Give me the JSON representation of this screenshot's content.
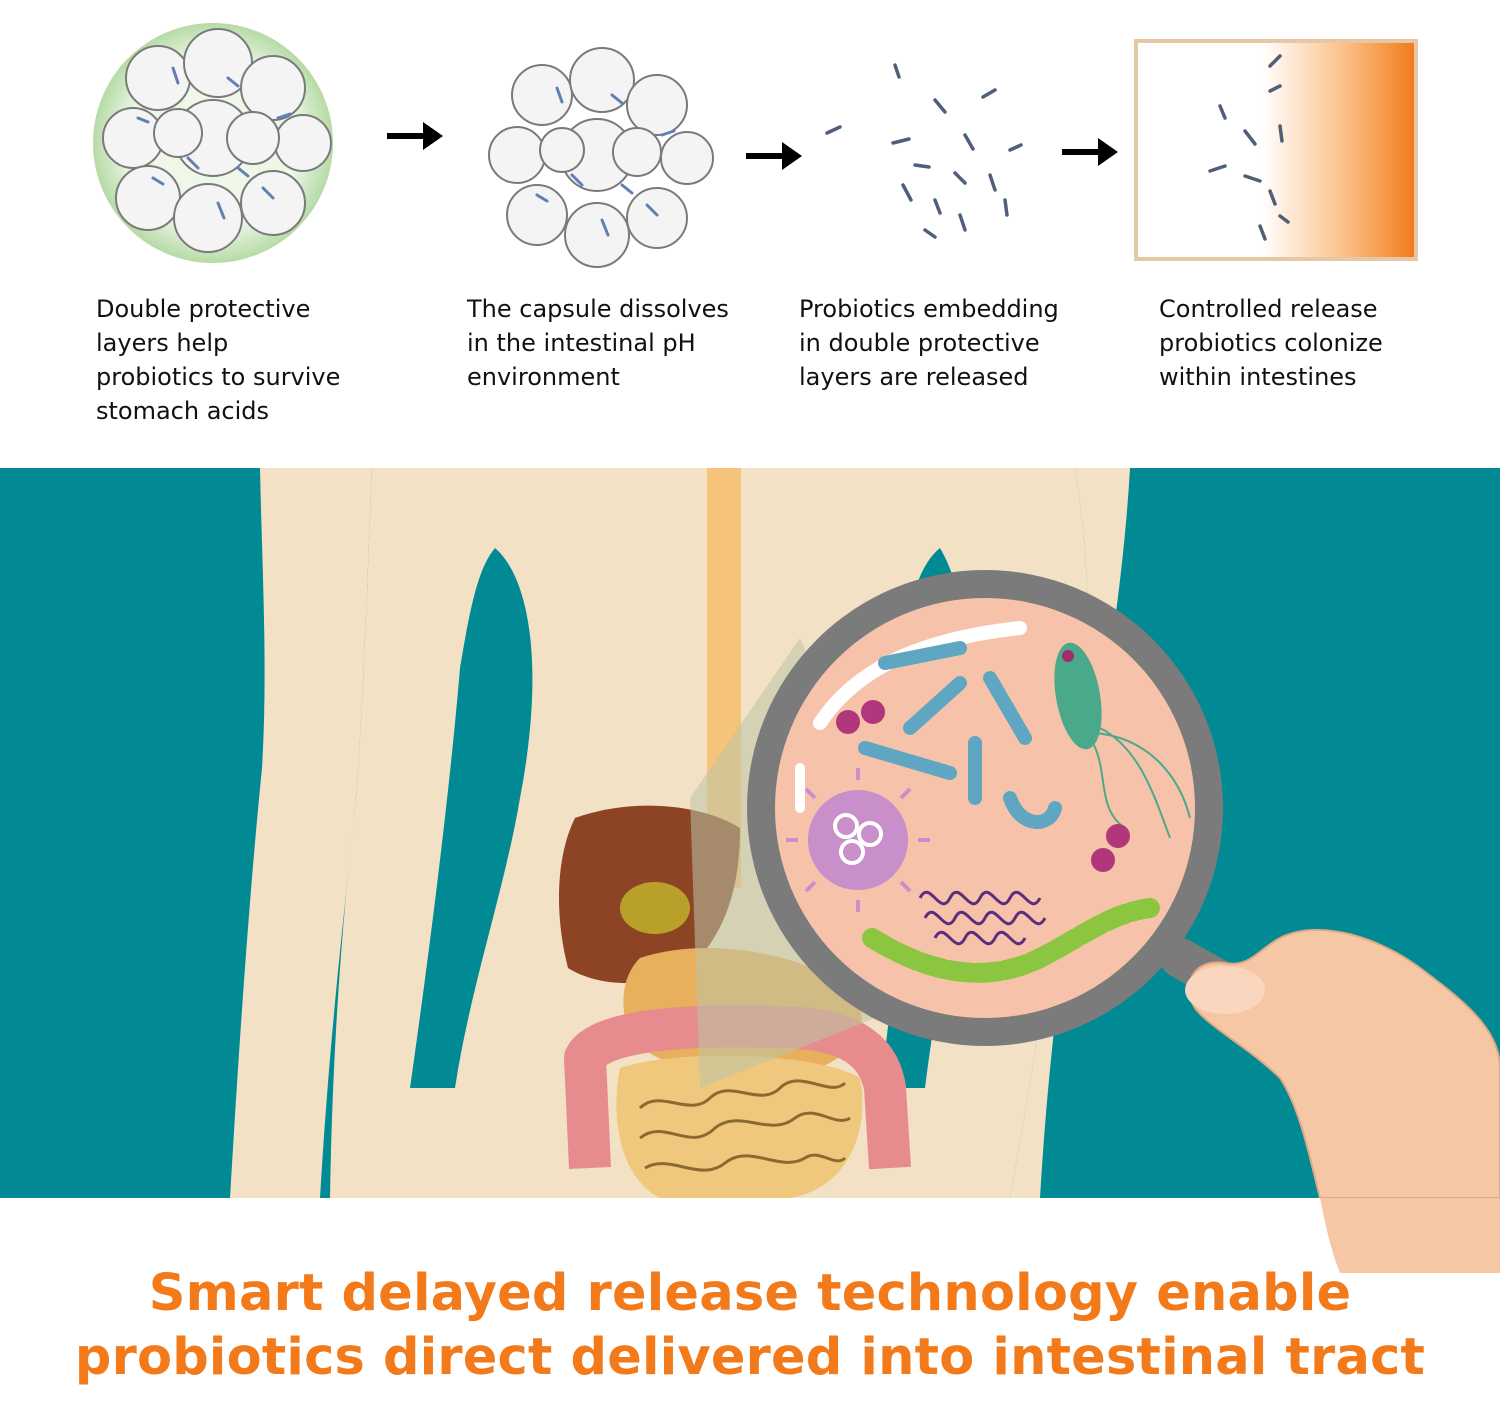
{
  "steps": [
    {
      "caption": "Double protective\nlayers help\nprobiotics to survive\nstomach acids"
    },
    {
      "caption": "The capsule dissolves\nin the intestinal pH\nenvironment"
    },
    {
      "caption": "Probiotics embedding\nin  double protective\nlayers are released"
    },
    {
      "caption": "Controlled release\nprobiotics colonize\nwithin intestines"
    }
  ],
  "headline": {
    "line1": "Smart delayed release technology enable",
    "line2": "probiotics direct delivered into intestinal tract"
  },
  "colors": {
    "teal": "#018a94",
    "skin": "#f3e1c6",
    "orange": "#f27a1a",
    "magnifier": "#7b7b7b",
    "lens": "#f6c3aa"
  }
}
